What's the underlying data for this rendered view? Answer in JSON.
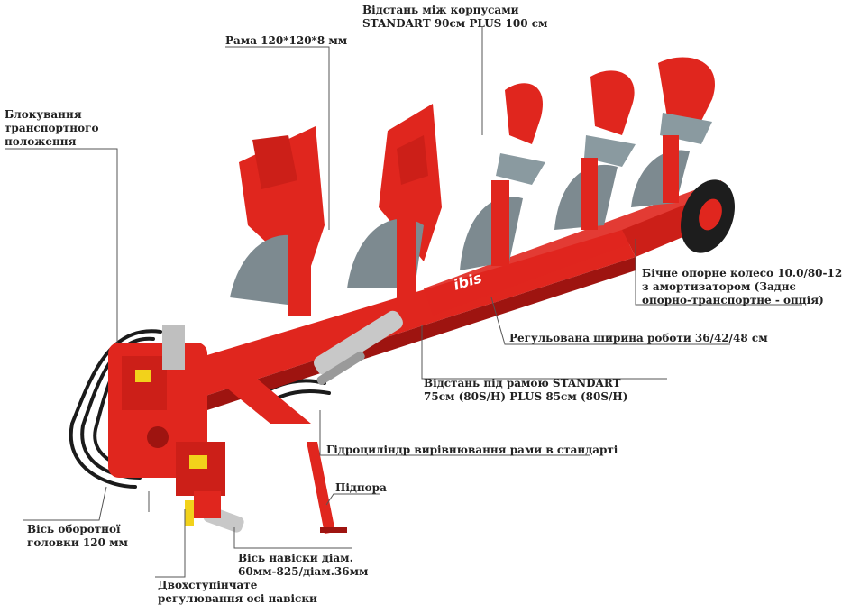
{
  "colors": {
    "plough_red": "#e0261e",
    "dark_red": "#9e1410",
    "steel": "#7d8a90",
    "tyre": "#1d1d1d",
    "leader": "#555555",
    "text": "#222222"
  },
  "labels": {
    "body_spacing": {
      "line1": "Відстань між корпусами",
      "line2": "STANDART 90см PLUS 100 см"
    },
    "frame": {
      "line1": "Рама 120*120*8 мм"
    },
    "transport_lock": {
      "line1": "Блокування",
      "line2": "транспортного",
      "line3": "положення"
    },
    "side_wheel": {
      "line1": "Бічне опорне колесо 10.0/80-12",
      "line2": "з амортизатором (Заднє",
      "line3": "опорно-транспортне - опція)"
    },
    "working_width": {
      "line1": "Регульована ширина роботи 36/42/48 см"
    },
    "clearance": {
      "line1": "Відстань під рамою STANDART",
      "line2": "75см (80S/H) PLUS 85см (80S/H)"
    },
    "hydraulic_cylinder": {
      "line1": "Гідроциліндр вирівнювання рами в стандарті"
    },
    "support": {
      "line1": "Підпора"
    },
    "turnover_axle": {
      "line1": "Вісь оборотної",
      "line2": "головки 120 мм"
    },
    "hitch_axle": {
      "line1": "Вісь навіски діам.",
      "line2": "60мм-825/діам.36мм"
    },
    "two_stage": {
      "line1": "Двохступінчате",
      "line2": "регулювання осі навіски"
    }
  },
  "frame_branding": {
    "text": "ibis"
  }
}
